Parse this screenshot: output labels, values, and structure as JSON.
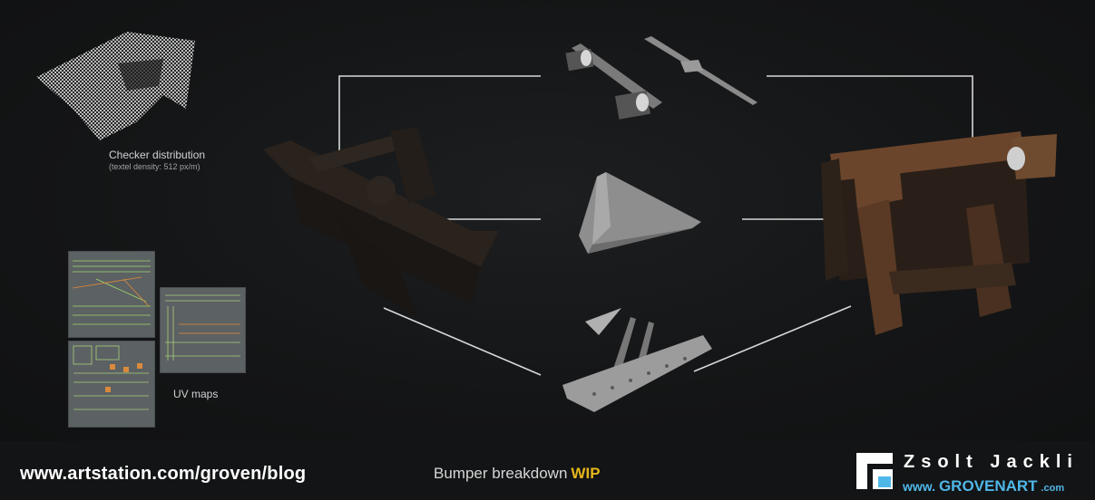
{
  "checker": {
    "caption": "Checker distribution",
    "subcaption": "(textel density: 512 px/m)"
  },
  "uv": {
    "caption": "UV maps"
  },
  "footer": {
    "url": "www.artstation.com/groven/blog",
    "title_main": "Bumper breakdown",
    "title_tag": "WIP",
    "author_name": "Zsolt Jackli",
    "author_site_prefix": "www.",
    "author_site_main": "GROVENART",
    "author_site_suffix": ".com"
  },
  "colors": {
    "background": "#121314",
    "wip_accent": "#e5b51c",
    "site_accent": "#4fb7e8",
    "rust_metal": "#5a3a24",
    "guide_line": "#d8d8d8"
  }
}
